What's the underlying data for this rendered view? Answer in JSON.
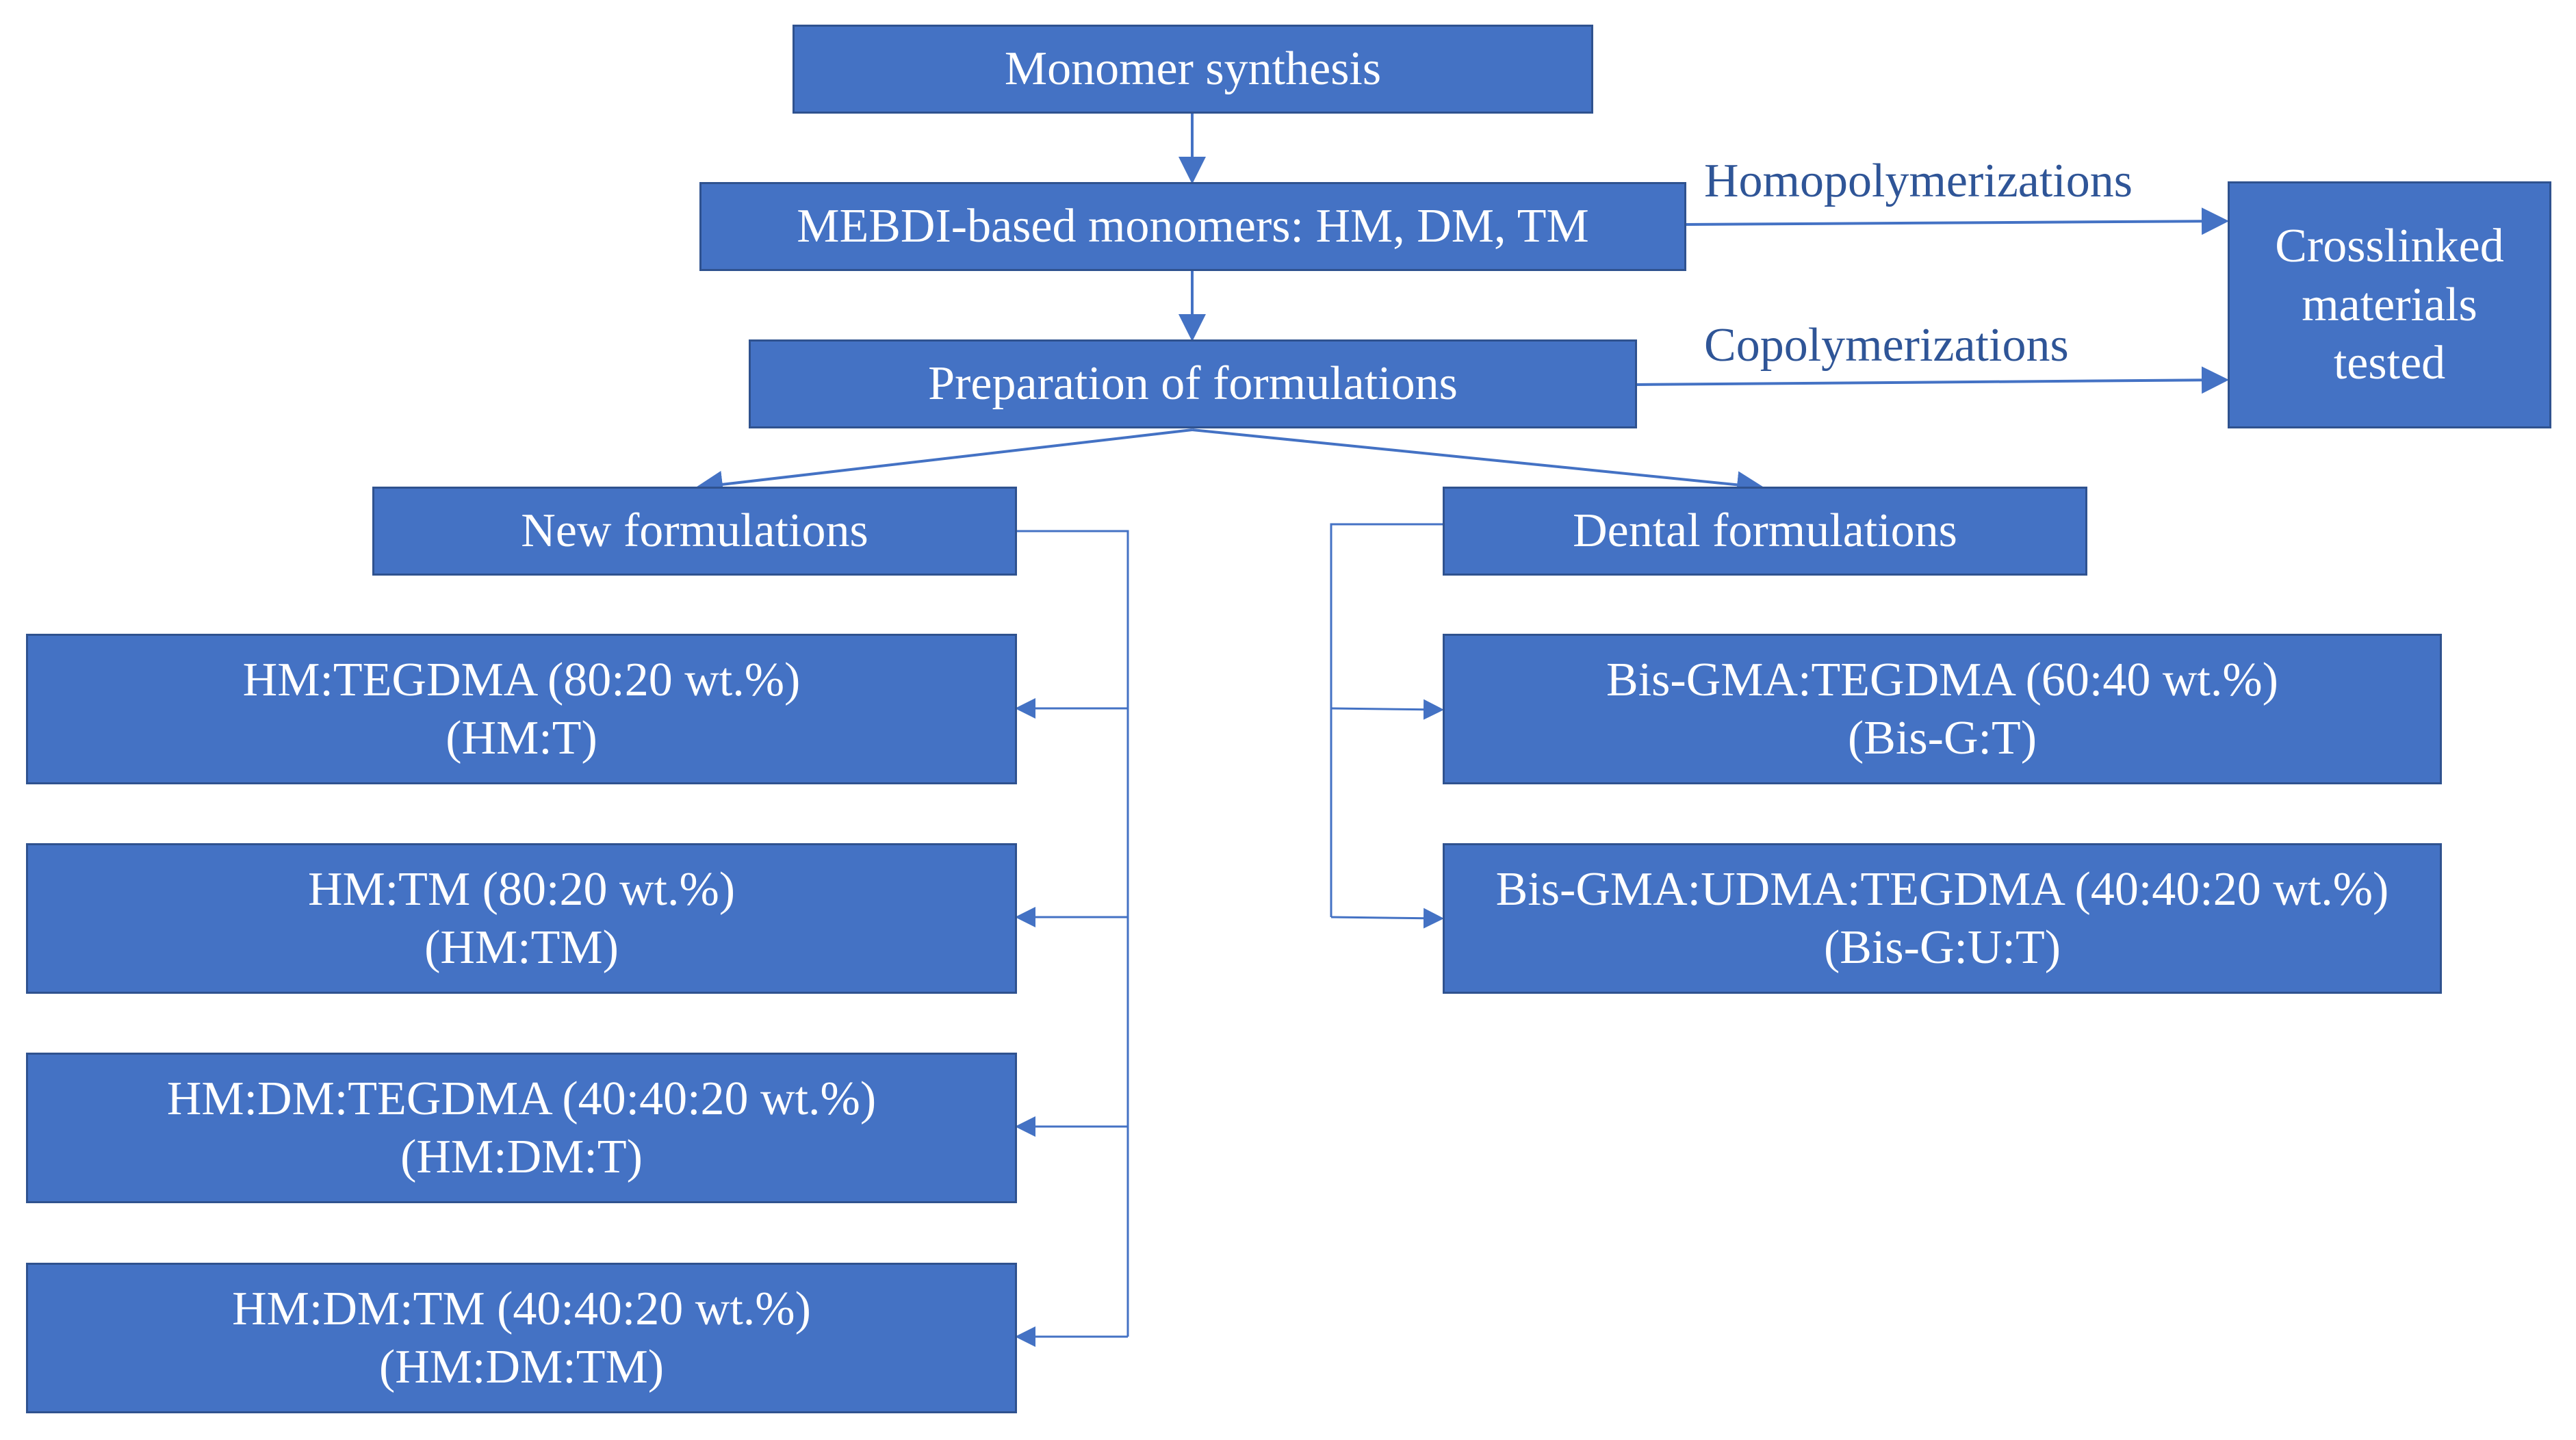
{
  "diagram": {
    "monomer_synthesis": "Monomer synthesis",
    "mebdi_monomers": "MEBDI-based monomers: HM, DM, TM",
    "preparation": "Preparation of formulations",
    "homopolymerizations": "Homopolymerizations",
    "copolymerizations": "Copolymerizations",
    "crosslinked": {
      "line1": "Crosslinked",
      "line2": "materials",
      "line3": "tested"
    },
    "new_formulations": {
      "title": "New formulations",
      "items": [
        {
          "line1": "HM:TEGDMA (80:20 wt.%)",
          "line2": "(HM:T)"
        },
        {
          "line1": "HM:TM (80:20 wt.%)",
          "line2": "(HM:TM)"
        },
        {
          "line1": "HM:DM:TEGDMA (40:40:20 wt.%)",
          "line2": "(HM:DM:T)"
        },
        {
          "line1": "HM:DM:TM (40:40:20 wt.%)",
          "line2": "(HM:DM:TM)"
        }
      ]
    },
    "dental_formulations": {
      "title": "Dental formulations",
      "items": [
        {
          "line1": "Bis-GMA:TEGDMA (60:40 wt.%)",
          "line2": "(Bis-G:T)"
        },
        {
          "line1": "Bis-GMA:UDMA:TEGDMA (40:40:20 wt.%)",
          "line2": "(Bis-G:U:T)"
        }
      ]
    }
  },
  "colors": {
    "box_fill": "#4472C4",
    "box_border": "#2F528F",
    "connector": "#4472C4",
    "label_text": "#2F5597"
  }
}
